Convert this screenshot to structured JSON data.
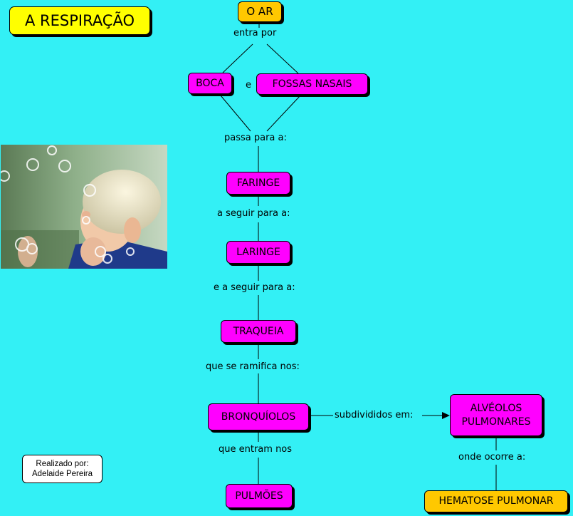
{
  "title": "A RESPIRAÇÃO",
  "credit": {
    "line1": "Realizado por:",
    "line2": "Adelaide Pereira"
  },
  "photo": {
    "subject": "child looking up at soap bubbles"
  },
  "nodes": {
    "ar": "O AR",
    "boca": "BOCA",
    "fossas": "FOSSAS NASAIS",
    "faringe": "FARINGE",
    "laringe": "LARINGE",
    "traqueia": "TRAQUEIA",
    "bronquiolos": "BRONQUÍOLOS",
    "alveolos_1": "ALVÉOLOS",
    "alveolos_2": "PULMONARES",
    "pulmoes": "PULMÕES",
    "hematose": "HEMATOSE PULMONAR"
  },
  "links": {
    "entra": "entra por",
    "e": "e",
    "passa": "passa para a:",
    "seguir": "a seguir para a:",
    "eseguir": "e a seguir para a:",
    "ramifica": "que se ramifica nos:",
    "subdivididos": "subdivididos em:",
    "entram": "que entram nos",
    "ocorre": "onde ocorre a:"
  },
  "colors": {
    "background": "#33f0f5",
    "concept": "#ff00ff",
    "highlight": "#ffc800",
    "title": "#ffff00"
  }
}
